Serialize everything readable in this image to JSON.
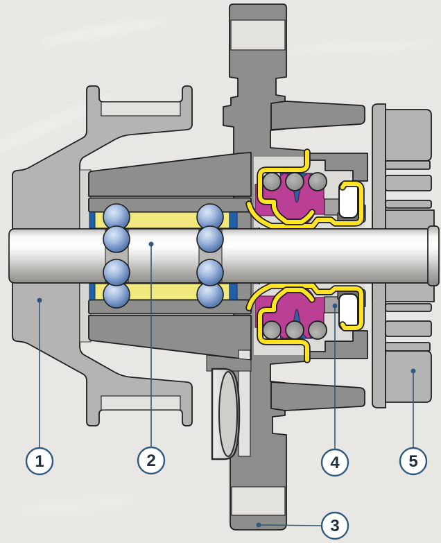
{
  "diagram": {
    "callouts": [
      {
        "label": "1"
      },
      {
        "label": "2"
      },
      {
        "label": "3"
      },
      {
        "label": "4"
      },
      {
        "label": "5"
      }
    ],
    "colors": {
      "background": "#e8e7e3",
      "housing_gray": "#8e8e8c",
      "part_gray": "#b5b4b2",
      "inset_light": "#e3e2de",
      "shaft_highlight": "#ffffff",
      "shaft_shadow": "#908f8c",
      "bearing_ball_blue": "#6d8cc0",
      "cage_yellow": "#f1e87e",
      "bearing_seal_blue": "#2060a8",
      "seal_casing_yellow": "#ffe426",
      "seal_elastomer_magenta": "#bb3f94",
      "seal_rubber_blue": "#2b63ab",
      "seal_face_white": "#ffffff",
      "outline_dark": "#1f1f1f",
      "callout_blue": "#2f5a80"
    }
  }
}
